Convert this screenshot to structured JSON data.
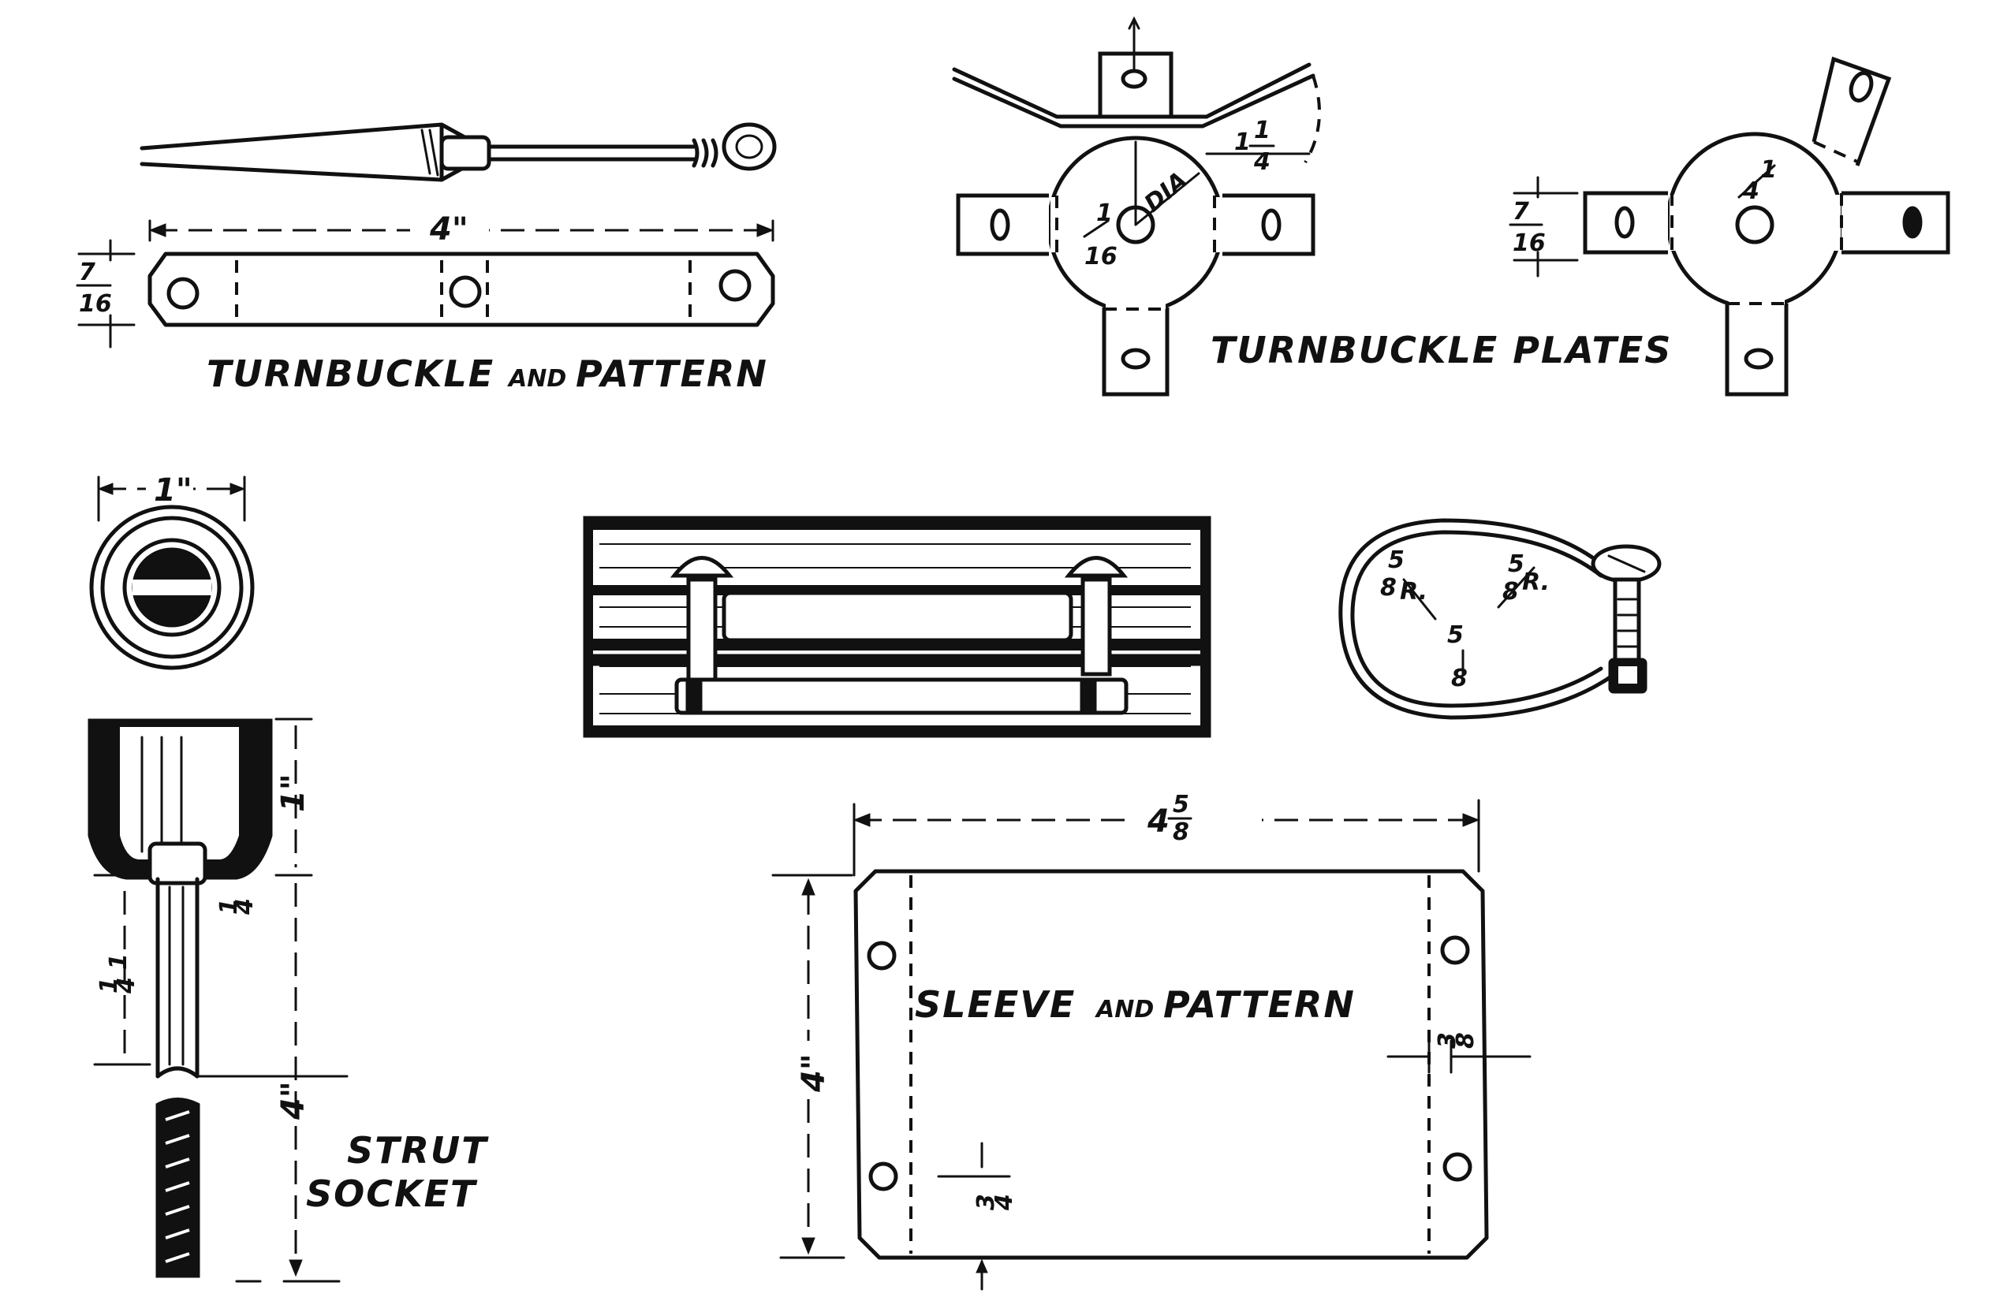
{
  "labels": {
    "turnbuckle_first": "TURNBUCKLE",
    "turnbuckle_and": "AND",
    "turnbuckle_pattern": "PATTERN",
    "turnbuckle_plates": "TURNBUCKLE PLATES",
    "strut": "STRUT",
    "socket": "SOCKET",
    "sleeve_first": "SLEEVE",
    "sleeve_and": "AND",
    "sleeve_pattern": "PATTERN",
    "diam": "DIA"
  },
  "dimensions": {
    "pattern_length": "4\"",
    "pattern_width_num": "7",
    "pattern_width_den": "16",
    "plate_arc_whole": "1",
    "plate_arc_num": "1",
    "plate_arc_den": "4",
    "plate_hole_num": "1",
    "plate_hole_den": "16",
    "plate2_width_num": "7",
    "plate2_width_den": "16",
    "plate2_hole_num": "1",
    "plate2_hole_den": "4",
    "socket_dia": "1\"",
    "socket_depth": "1\"",
    "socket_total": "4\"",
    "stem_whole": "1",
    "stem_num": "1",
    "stem_den": "4",
    "bolt_len_num": "1",
    "bolt_len_den": "4",
    "clamp_r1_num": "5",
    "clamp_r1_den": "8",
    "clamp_r2_num": "5",
    "clamp_r2_den": "8",
    "clamp_r3_num": "5",
    "clamp_r3_den": "8",
    "clamp_r_suffix": "R.",
    "sleeve_width_whole": "4",
    "sleeve_width_num": "5",
    "sleeve_width_den": "8",
    "sleeve_height": "4\"",
    "sleeve_margin_num": "3",
    "sleeve_margin_den": "8",
    "sleeve_hole_num": "3",
    "sleeve_hole_den": "4"
  }
}
